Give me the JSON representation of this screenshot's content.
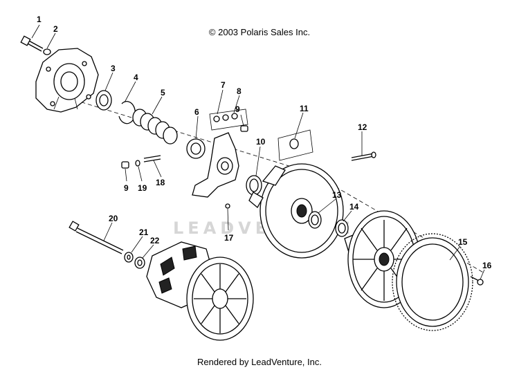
{
  "header": {
    "copyright": "© 2003 Polaris Sales Inc."
  },
  "footer": {
    "rendered_by": "Rendered by LeadVenture, Inc."
  },
  "watermark": {
    "text": "LEADVENTURE"
  },
  "callouts": [
    "1",
    "2",
    "3",
    "4",
    "5",
    "6",
    "7",
    "8",
    "9",
    "10",
    "11",
    "12",
    "13",
    "14",
    "15",
    "16",
    "17",
    "9",
    "19",
    "18",
    "20",
    "21",
    "22"
  ]
}
